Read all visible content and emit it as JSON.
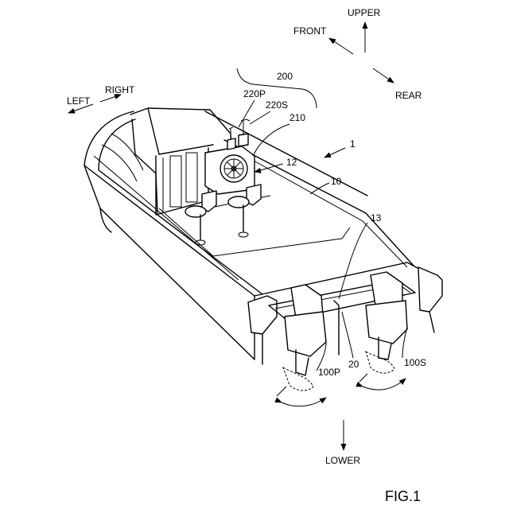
{
  "directions": {
    "upper": "UPPER",
    "lower": "LOWER",
    "front": "FRONT",
    "rear": "REAR",
    "left": "LEFT",
    "right": "RIGHT"
  },
  "labels": {
    "system": "200",
    "lever_port": "220P",
    "lever_starboard": "220S",
    "wheel": "210",
    "boat": "1",
    "helm": "12",
    "hull": "10",
    "transom": "13",
    "motor_port": "100P",
    "bracket": "20",
    "motor_starboard": "100S"
  },
  "figure_title": "FIG.1"
}
